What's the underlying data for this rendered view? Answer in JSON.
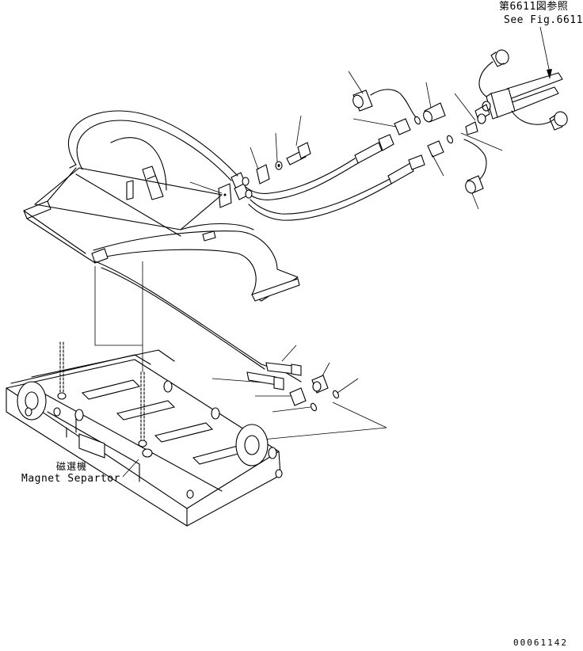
{
  "reference": {
    "japanese": "第6611図参照",
    "english": "See Fig.6611"
  },
  "component_label": {
    "japanese": "磁選機",
    "english": "Magnet Separtor"
  },
  "drawing_number": "00061142"
}
